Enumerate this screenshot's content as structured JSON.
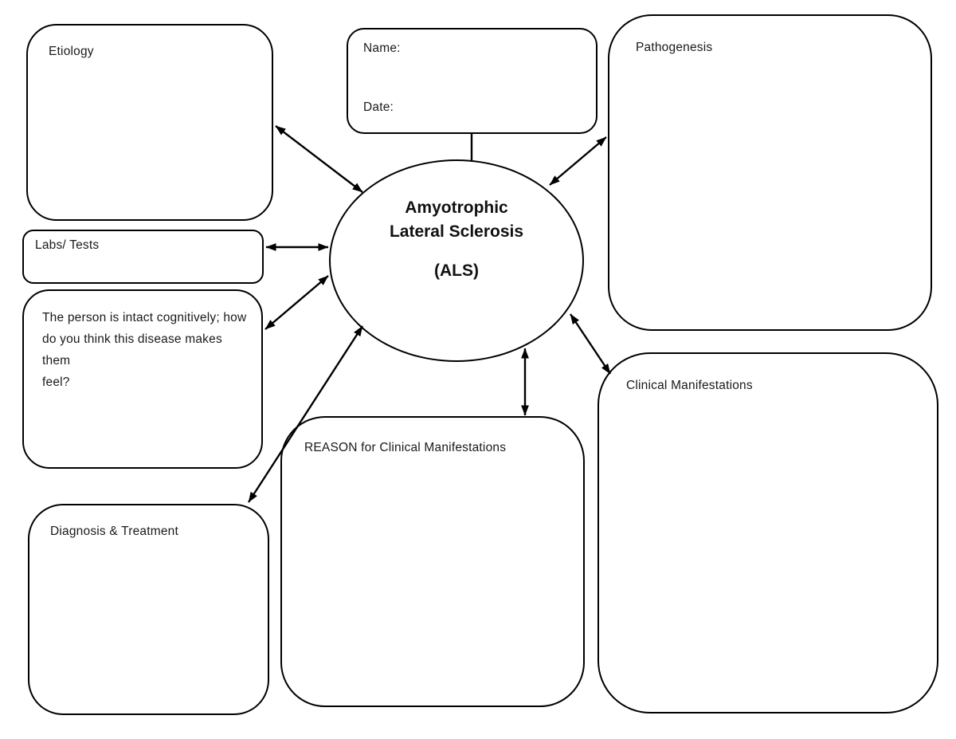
{
  "page": {
    "background_color": "#ffffff",
    "stroke_color": "#000000"
  },
  "center_node": {
    "line1": "Amyotrophic",
    "line2": "Lateral Sclerosis",
    "acronym": "(ALS)"
  },
  "header_box": {
    "name_label": "Name:",
    "date_label": "Date:"
  },
  "boxes": {
    "etiology": {
      "label": "Etiology"
    },
    "pathogenesis": {
      "label": "Pathogenesis"
    },
    "labs_tests": {
      "label": "Labs/ Tests"
    },
    "cognitive_question": {
      "line1": "The person is intact cognitively; how",
      "line2": "do you think this disease makes them",
      "line3": "feel?"
    },
    "diagnosis_treatment": {
      "label": "Diagnosis & Treatment"
    },
    "reason": {
      "label": "REASON for Clinical Manifestations"
    },
    "clinical_manifestations": {
      "label": "Clinical Manifestations"
    }
  }
}
